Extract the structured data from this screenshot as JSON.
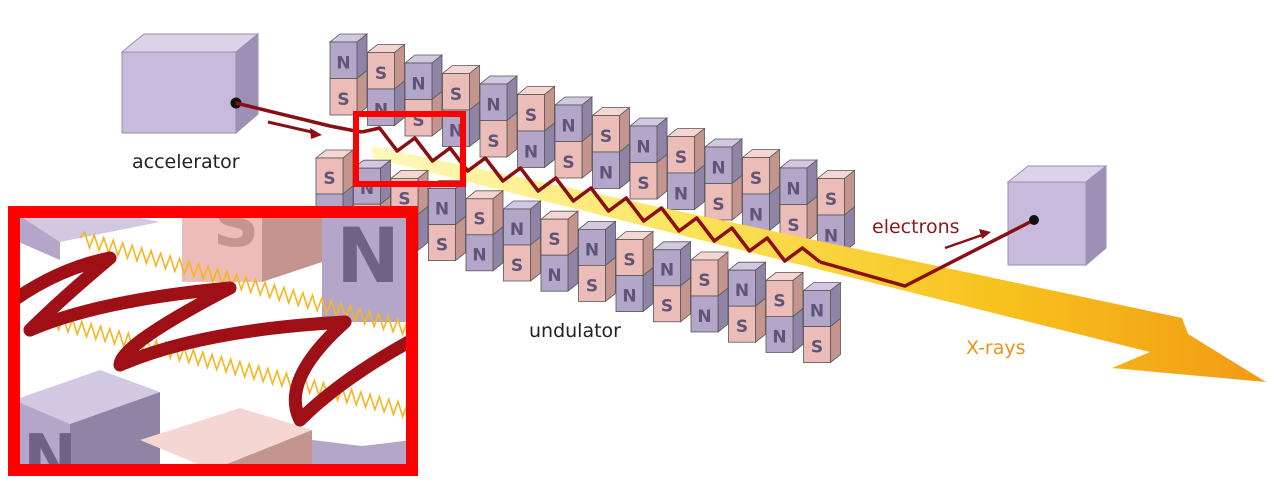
{
  "labels": {
    "accelerator": "accelerator",
    "undulator": "undulator",
    "electrons": "electrons",
    "xrays": "X-rays"
  },
  "magnets": {
    "north_letter": "N",
    "south_letter": "S",
    "back_row_top_letters": [
      "N",
      "S",
      "N",
      "S",
      "N",
      "S",
      "N",
      "S",
      "N",
      "S",
      "N",
      "S",
      "N",
      "S"
    ],
    "front_row_top_letters": [
      "S",
      "N",
      "S",
      "N",
      "S",
      "N",
      "S",
      "N",
      "S",
      "N",
      "S",
      "N",
      "S",
      "N"
    ]
  },
  "zoom_inset_letters": [
    "S",
    "N",
    "N"
  ],
  "colors": {
    "north_face": "#b3a6c8",
    "north_top": "#d2c8e2",
    "north_side": "#8f83a6",
    "south_face": "#ecbcb8",
    "south_top": "#f6d6d2",
    "south_side": "#c4958f",
    "electron_beam": "#8b0f12",
    "xray_beam": "#f7d21a",
    "xray_label": "#f0921a",
    "zoom_frame": "#ff0000",
    "device_box": "#c7badc"
  }
}
